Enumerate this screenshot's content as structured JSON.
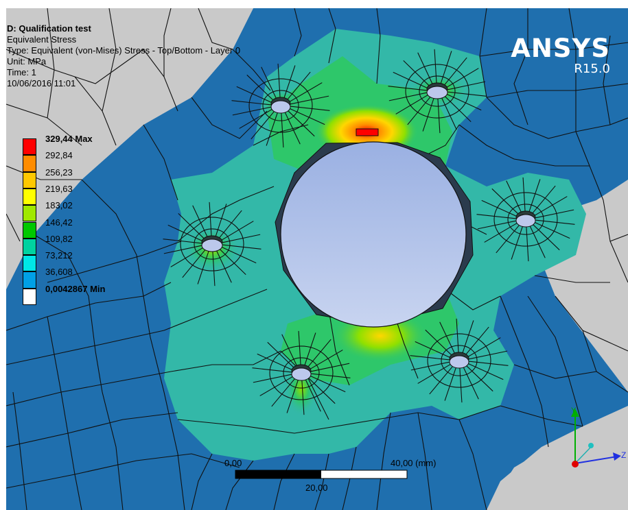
{
  "header": {
    "title": "D: Qualification test",
    "result_name": "Equivalent Stress",
    "result_type": "Type: Equivalent (von-Mises) Stress - Top/Bottom - Layer 0",
    "unit": "Unit: MPa",
    "time": "Time: 1",
    "date": "10/06/2016 11:01"
  },
  "logo": {
    "brand": "ANSYS",
    "version": "R15.0"
  },
  "legend": {
    "levels": [
      {
        "label": "329,44 Max",
        "color": "#ff0000",
        "bold": true
      },
      {
        "label": "292,84",
        "color": "#ff8c00"
      },
      {
        "label": "256,23",
        "color": "#ffc800"
      },
      {
        "label": "219,63",
        "color": "#ffff00"
      },
      {
        "label": "183,02",
        "color": "#a0e800"
      },
      {
        "label": "146,42",
        "color": "#00c800"
      },
      {
        "label": "109,82",
        "color": "#00d2a0"
      },
      {
        "label": "73,212",
        "color": "#00e6e6"
      },
      {
        "label": "36,608",
        "color": "#00a0e6"
      },
      {
        "label": "0,0042867 Min",
        "color": "#ffffff",
        "bold": true
      }
    ]
  },
  "scale_bar": {
    "left_label": "0,00",
    "right_label": "40,00 (mm)",
    "mid_label": "20,00"
  },
  "triad": {
    "y_label": "Y",
    "z_label": "Z"
  },
  "colors": {
    "background": "#c9c9c9",
    "low": "#1f6fae",
    "mid": "#33b8a8",
    "green": "#2ec76a",
    "mesh": "#101010"
  }
}
